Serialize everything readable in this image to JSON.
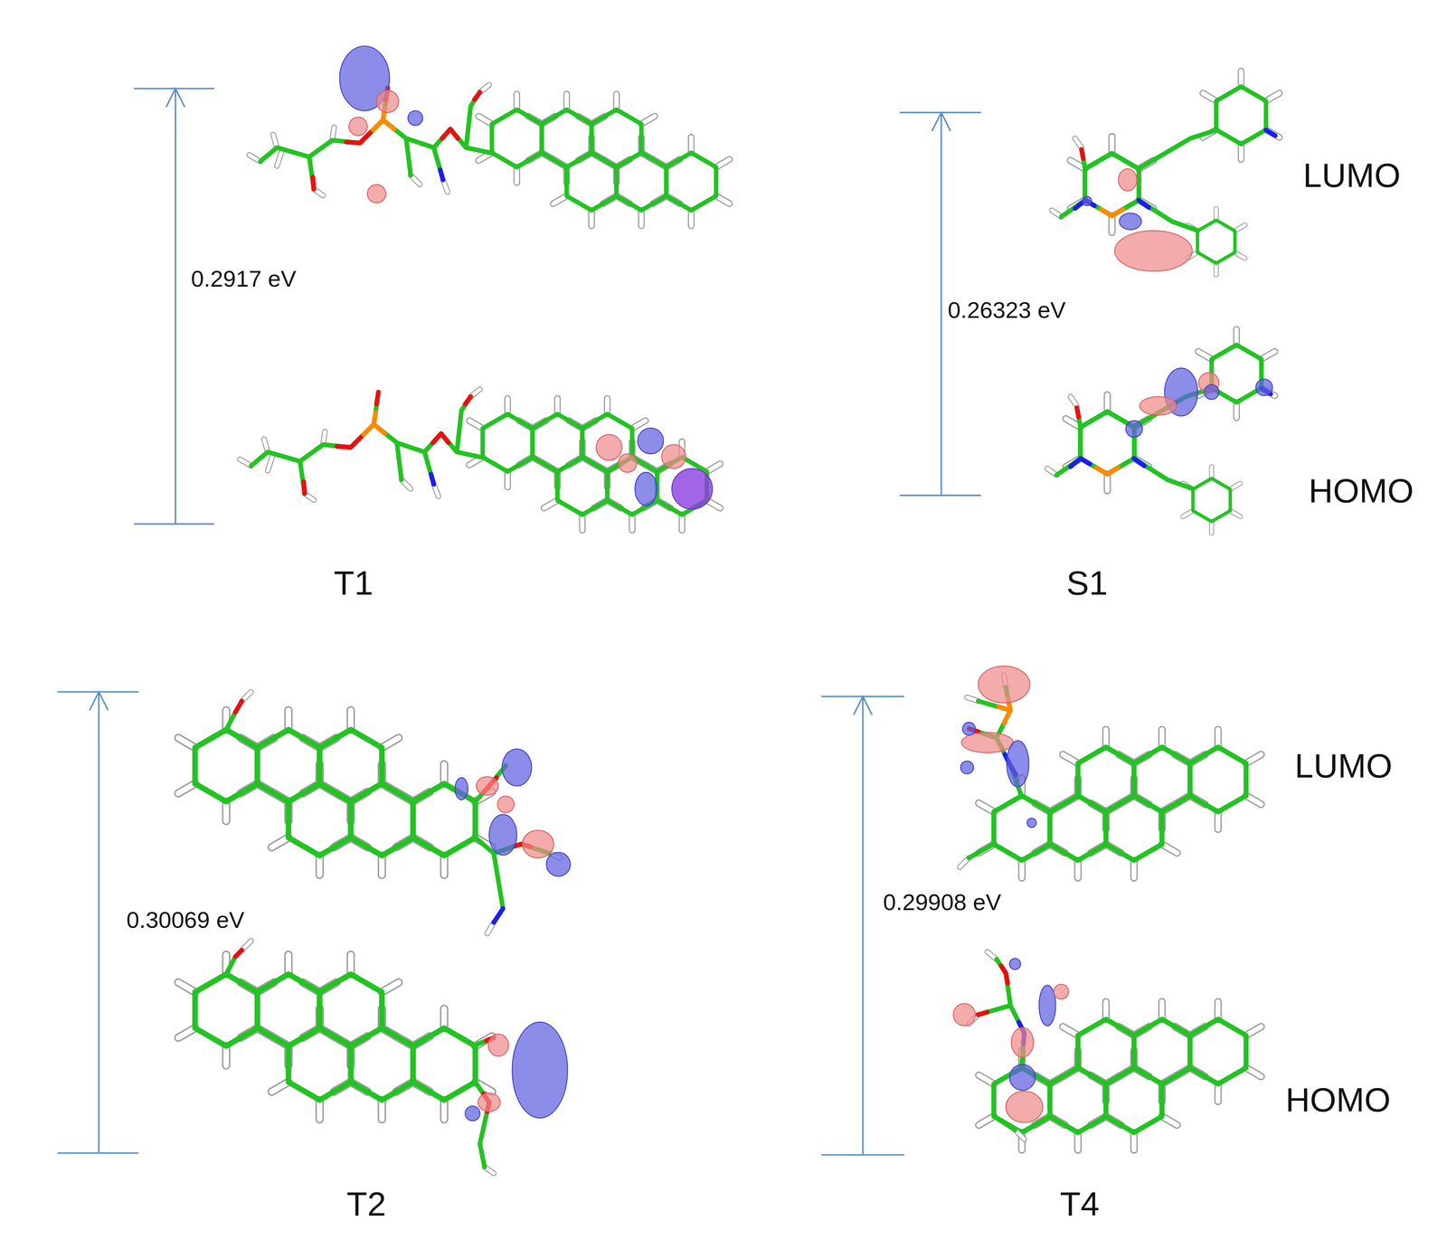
{
  "diagram": {
    "labels": [
      "0.2917 eV",
      "T1",
      "LUMO",
      "0.26323 eV",
      "HOMO",
      "S1",
      "0.30069 eV",
      "T2",
      "LUMO",
      "0.29908 eV",
      "HOMO",
      "T4"
    ]
  }
}
